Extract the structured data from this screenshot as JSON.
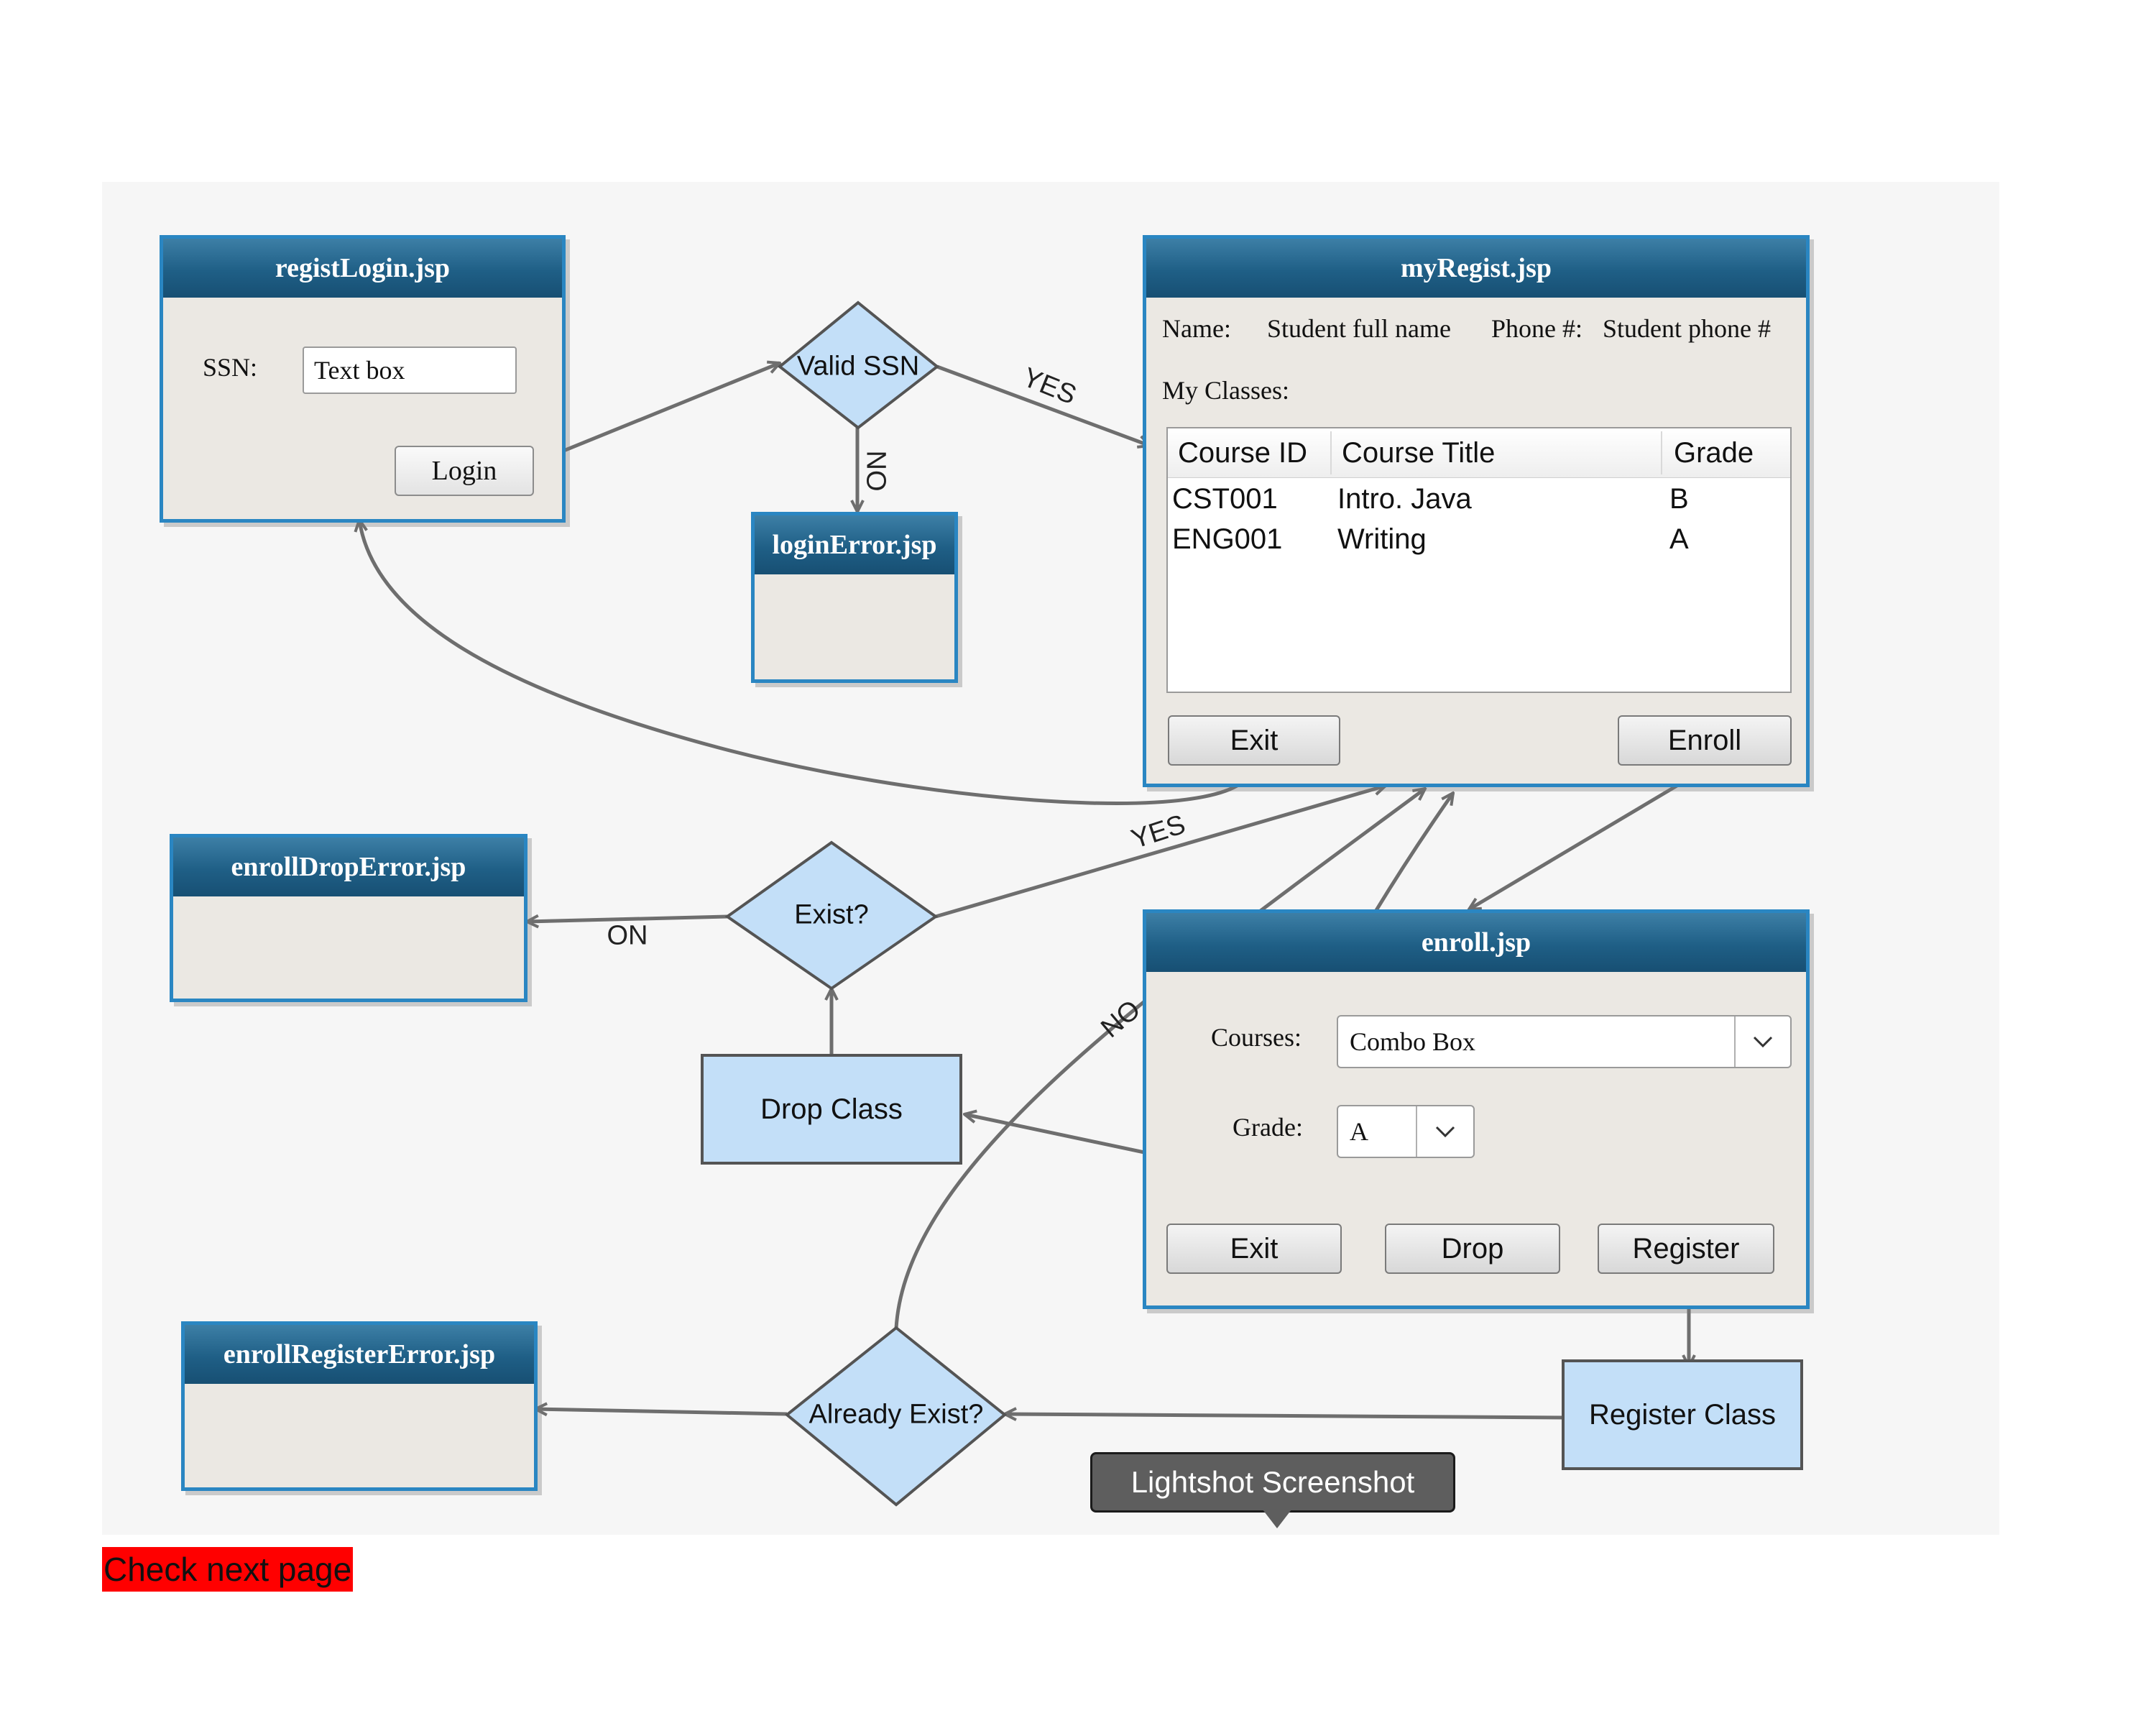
{
  "windows": {
    "regist_login": {
      "title": "registLogin.jsp",
      "ssn_label": "SSN:",
      "ssn_value": "Text box",
      "login_button": "Login"
    },
    "login_error": {
      "title": "loginError.jsp"
    },
    "my_regist": {
      "title": "myRegist.jsp",
      "name_label": "Name:",
      "name_value": "Student full name",
      "phone_label": "Phone #:",
      "phone_value": "Student phone #",
      "classes_label": "My Classes:",
      "columns": [
        "Course ID",
        "Course Title",
        "Grade"
      ],
      "rows": [
        [
          "CST001",
          "Intro. Java",
          "B"
        ],
        [
          "ENG001",
          "Writing",
          "A"
        ]
      ],
      "exit_button": "Exit",
      "enroll_button": "Enroll"
    },
    "enroll_drop_error": {
      "title": "enrollDropError.jsp"
    },
    "enroll": {
      "title": "enroll.jsp",
      "courses_label": "Courses:",
      "courses_value": "Combo Box",
      "grade_label": "Grade:",
      "grade_value": "A",
      "exit_button": "Exit",
      "drop_button": "Drop",
      "register_button": "Register"
    },
    "enroll_register_error": {
      "title": "enrollRegisterError.jsp"
    }
  },
  "decisions": {
    "valid_ssn": "Valid SSN",
    "exist": "Exist?",
    "already_exist": "Already Exist?"
  },
  "processes": {
    "drop_class": "Drop Class",
    "register_class": "Register Class"
  },
  "edge_labels": {
    "valid_yes": "YES",
    "valid_no": "NO",
    "exist_yes": "YES",
    "exist_no": "ON",
    "already_no": "NO"
  },
  "tooltip": "Lightshot Screenshot",
  "note": "Check next page",
  "colors": {
    "window_border": "#2a86c2",
    "title_bar": "#1f5f86",
    "shape_fill": "#c3dff8",
    "connector": "#6e6e6e",
    "note_bg": "#ff0000"
  }
}
